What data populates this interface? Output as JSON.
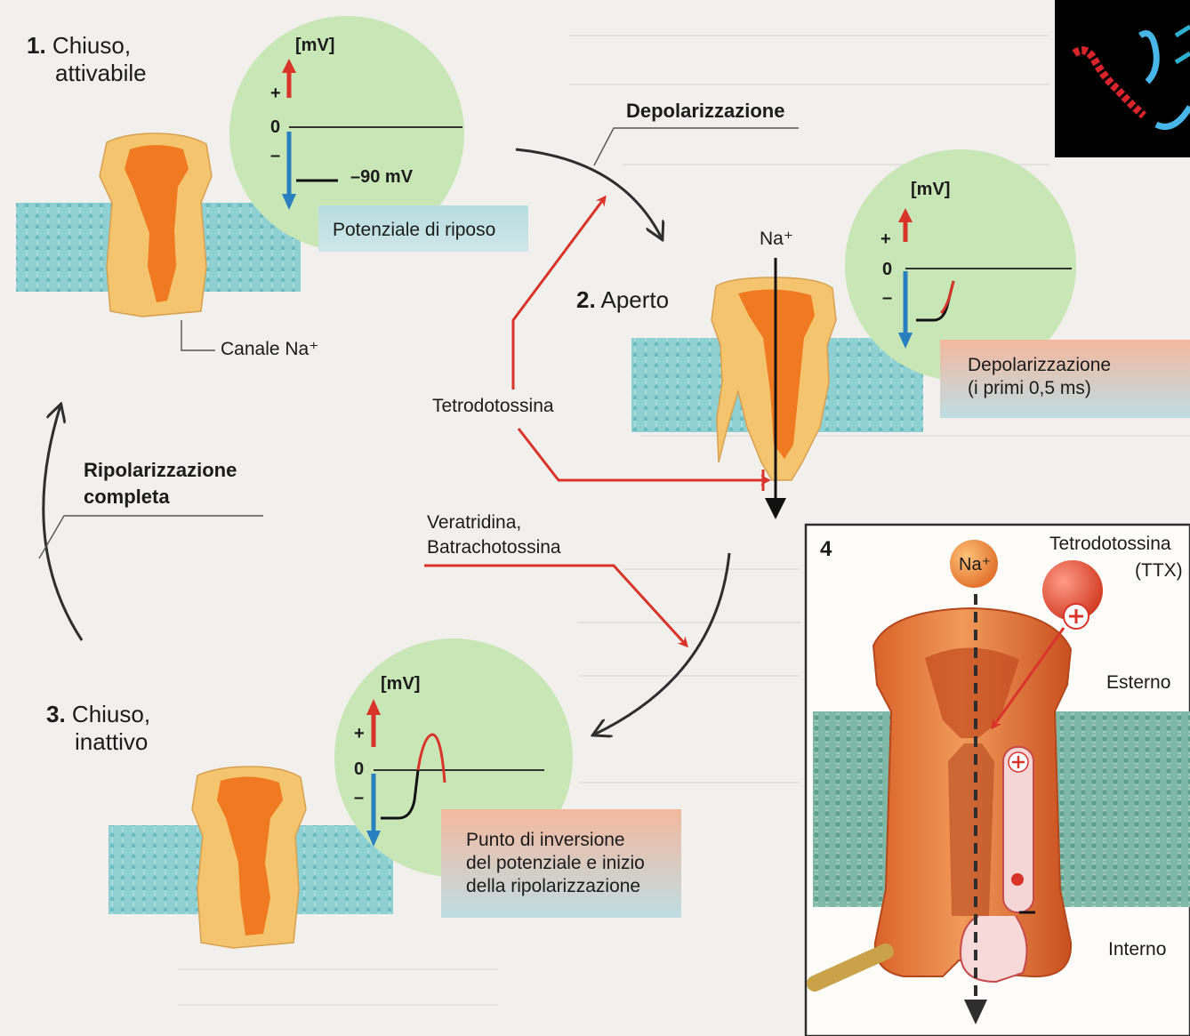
{
  "steps": {
    "s1": {
      "num": "1.",
      "line1": "Chiuso,",
      "line2": "attivabile"
    },
    "s2": {
      "num": "2.",
      "label": "Aperto"
    },
    "s3": {
      "num": "3.",
      "line1": "Chiuso,",
      "line2": "inattivo"
    }
  },
  "labels": {
    "depolarization": "Depolarizzazione",
    "repolarization_line1": "Ripolarizzazione",
    "repolarization_line2": "completa",
    "channel": "Canale Na⁺",
    "ion_top": "Na⁺",
    "tetrodotoxin": "Tetrodotossina",
    "veratridine_line1": "Veratridina,",
    "veratridine_line2": "Batrachotossina"
  },
  "graphs": {
    "g1": {
      "unit": "[mV]",
      "plus": "+",
      "zero": "0",
      "minus": "–",
      "value": "–90 mV",
      "caption": "Potenziale di riposo"
    },
    "g2": {
      "unit": "[mV]",
      "plus": "+",
      "zero": "0",
      "minus": "–",
      "caption_line1": "Depolarizzazione",
      "caption_line2": "(i primi 0,5 ms)"
    },
    "g3": {
      "unit": "[mV]",
      "plus": "+",
      "zero": "0",
      "minus": "–",
      "caption_line1": "Punto di inversione",
      "caption_line2": "del potenziale e inizio",
      "caption_line3": "della ripolarizzazione"
    }
  },
  "inset": {
    "number": "4",
    "ion": "Na⁺",
    "toxin_line1": "Tetrodotossina",
    "toxin_line2": "(TTX)",
    "outside": "Esterno",
    "inside": "Interno",
    "plus": "+",
    "minus": "–"
  },
  "colors": {
    "channel_outer": "#f5c46e",
    "channel_inner": "#ef7a22",
    "membrane": "#8fd0d2",
    "graph_bg": "#c9e6b6",
    "arrow_red": "#d8342a",
    "axis_blue": "#2a7fc0",
    "cycle_arrow": "#2e2e2e"
  }
}
